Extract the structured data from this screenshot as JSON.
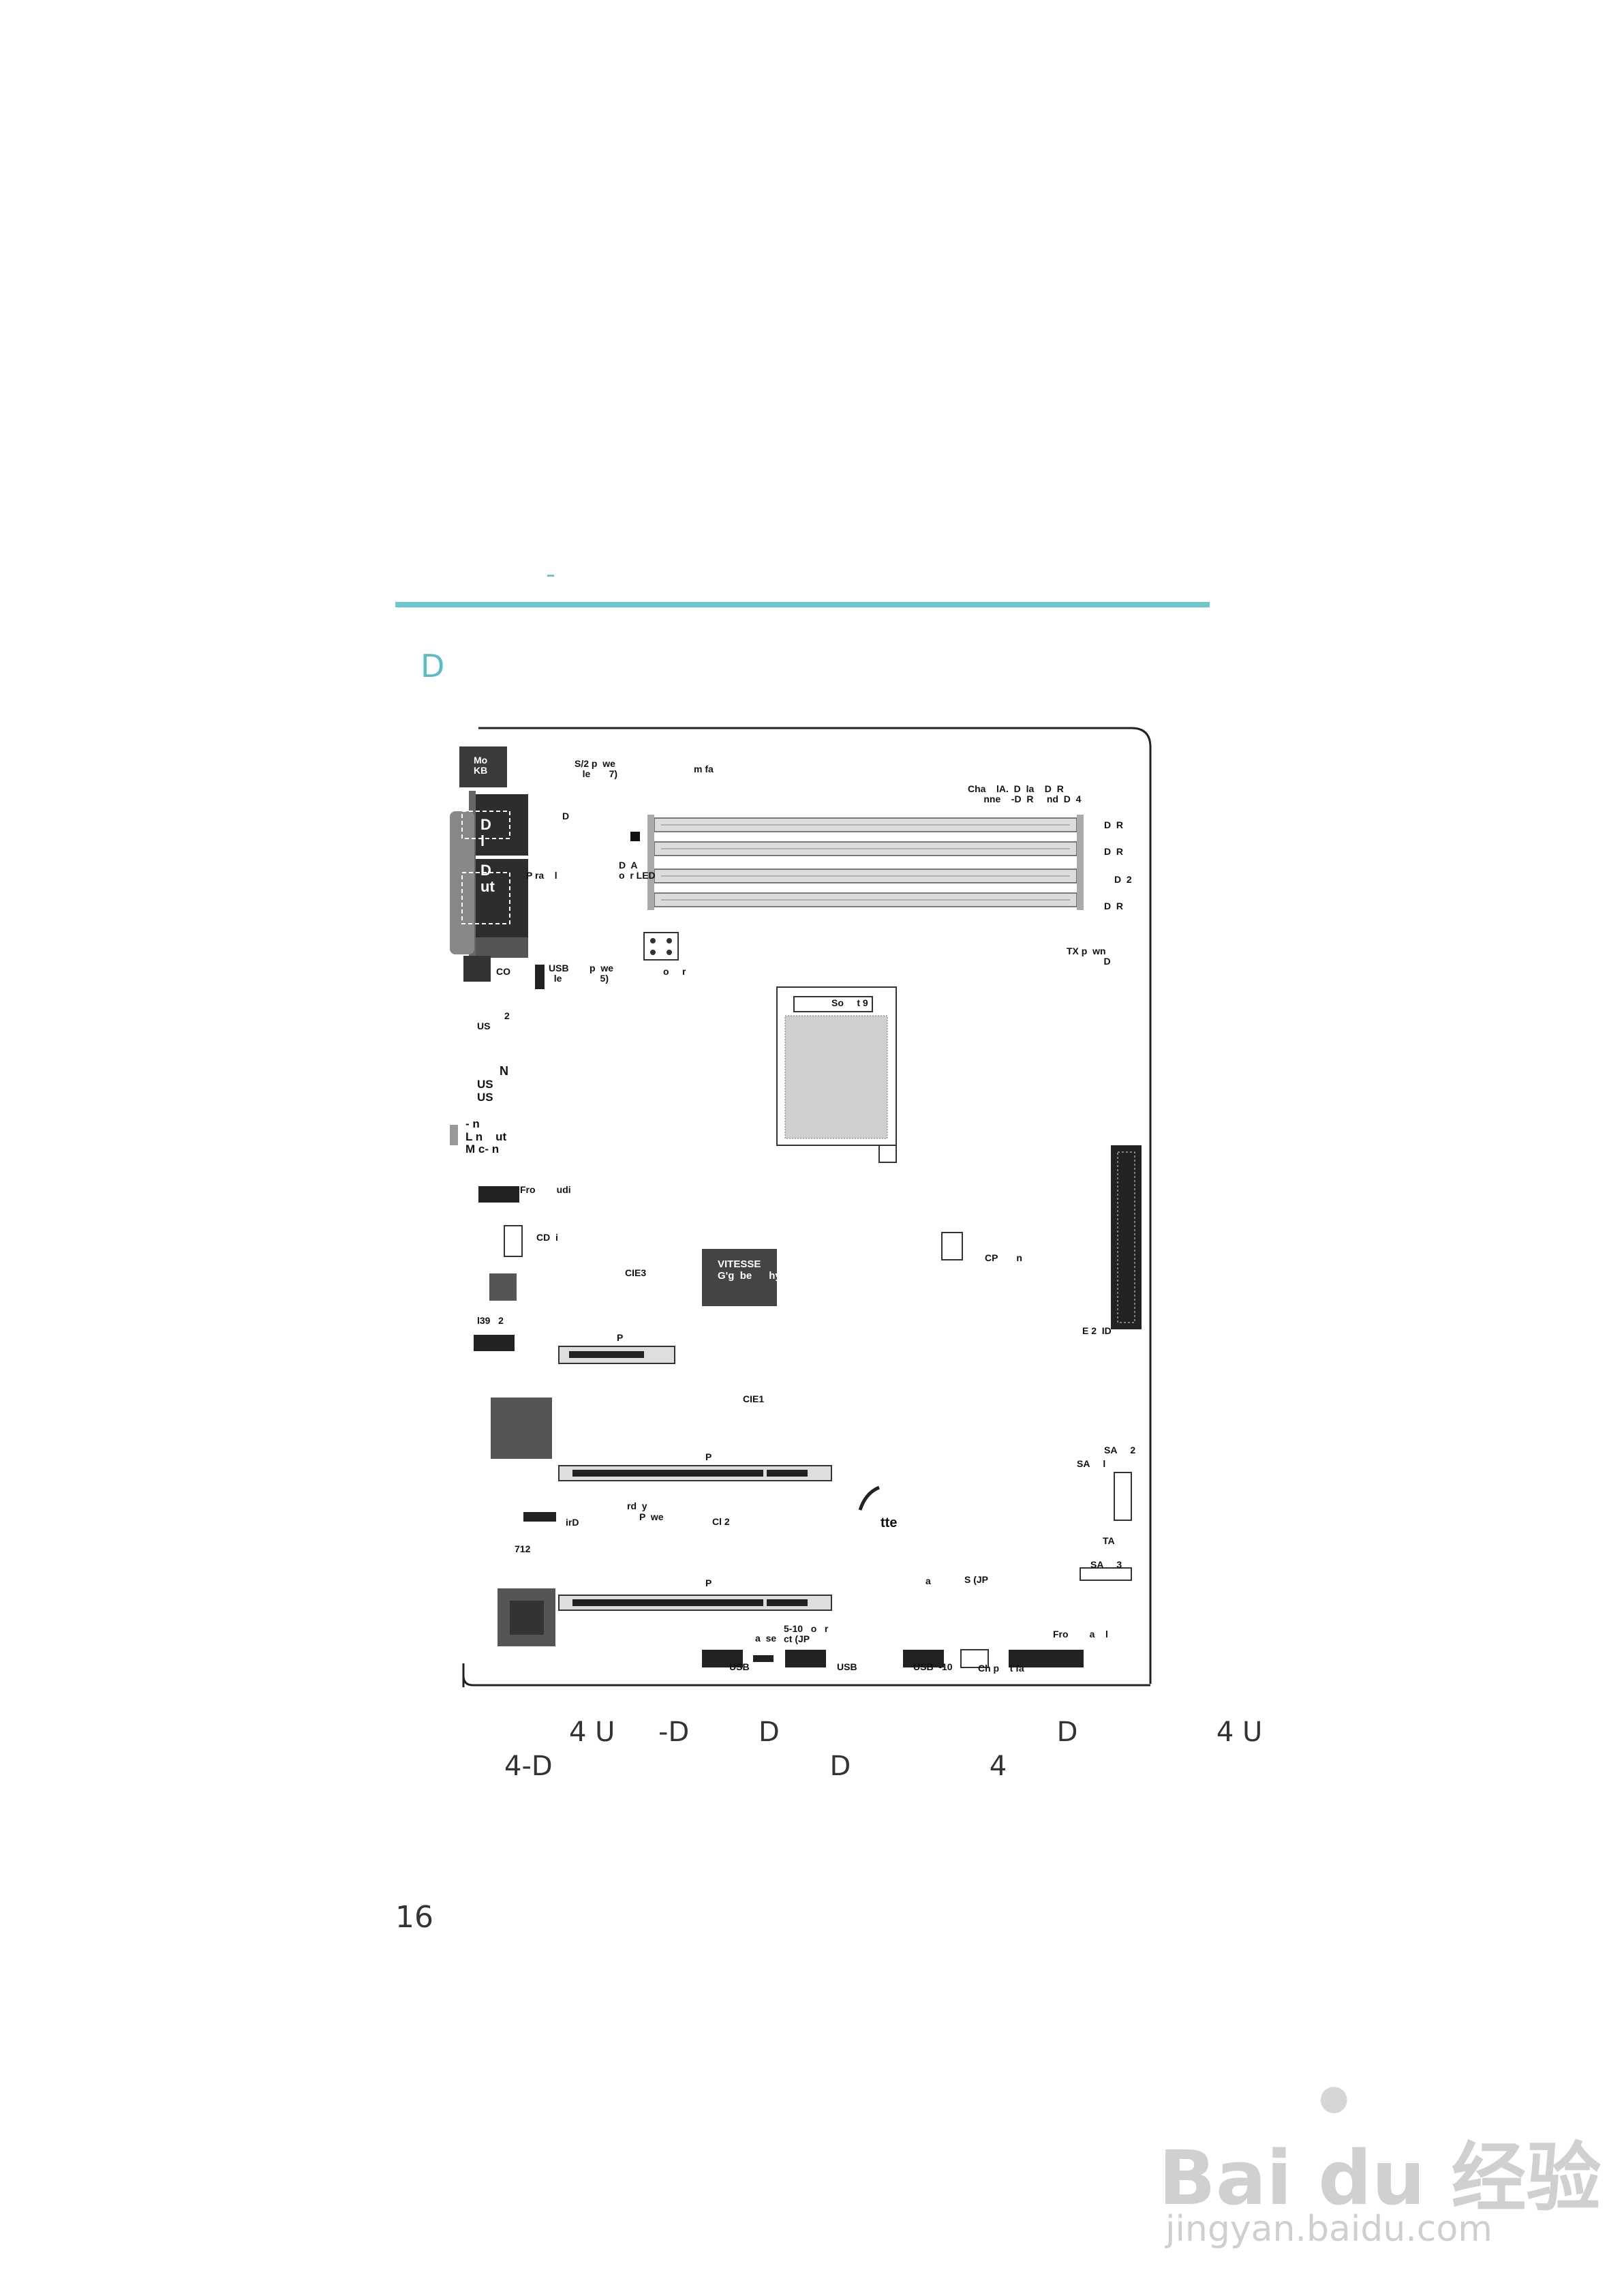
{
  "header": {
    "heading": "D"
  },
  "board": {
    "labels": [
      "Mo\nKB",
      "S/2 p  we\n   le       7)",
      "m fa",
      "D",
      "Cha    lA.  D  la    D  R\n      nne    -D  R     nd  D  4",
      "D  R",
      "D  R",
      "D  2",
      "D  R",
      "D\nl",
      "D\nut",
      "D  A\no  r LED",
      "P ra    l",
      "TX p  wn\n              D",
      "CO",
      "USB\n  le",
      "p  we\n    5)",
      "o     r",
      "So     t 9",
      "US",
      "2",
      "N",
      "US\nUS",
      "- n\nL n    ut\nM c- n",
      "Fro        udi",
      "CD  i",
      "CIE3",
      "VITESSE\nG'g  be      hy",
      "CP       n",
      "E 2  ID",
      "l39   2",
      "P",
      "CIE1",
      "P",
      "SA     2",
      "SA     l",
      "irD",
      "P  we",
      "rd  y",
      "Cl 2",
      "tte",
      "TA",
      "712",
      "P",
      "a",
      "S (JP",
      "SA     3",
      "5-10   o   r\nct (JP",
      "a  se",
      "USB",
      "USB",
      "USB  -10",
      "Ch p    t fa",
      "Fro        a    l"
    ]
  },
  "caption": {
    "line1": "4 U     -D        D                                D                4 U",
    "line2": "4-D                                D                4"
  },
  "footer": {
    "page_number": "16"
  },
  "watermark": {
    "brand": "Bai du 经验",
    "url": "jingyan.baidu.com"
  }
}
